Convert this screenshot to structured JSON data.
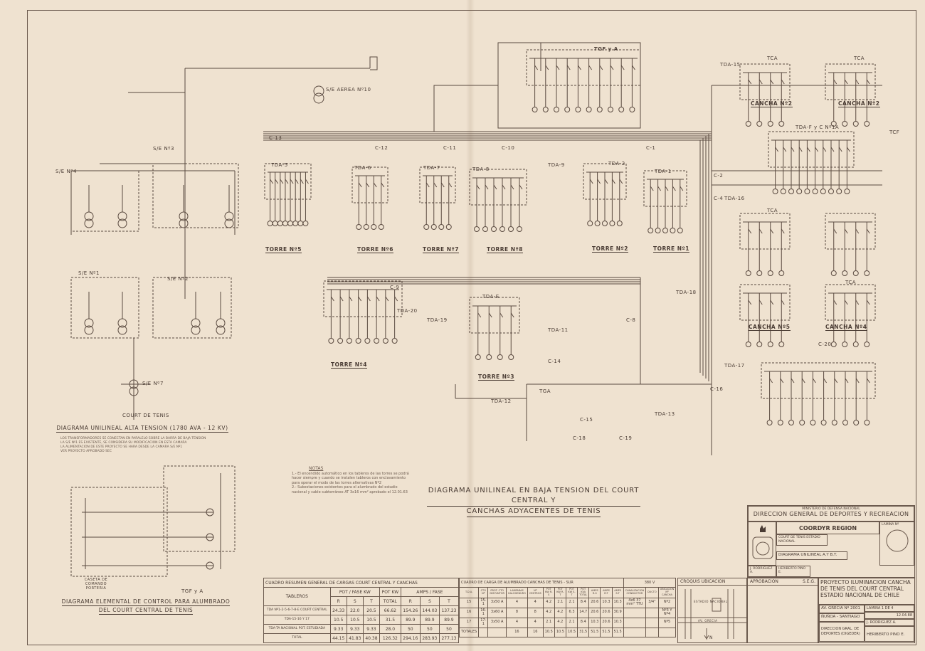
{
  "colors": {
    "paper": "#efe2d0",
    "ink": "#4a3c34"
  },
  "titles": {
    "bt_line1": "DIAGRAMA UNILINEAL EN BAJA TENSION DEL COURT CENTRAL Y",
    "bt_line2": "CANCHAS ADYACENTES DE TENIS",
    "at": "DIAGRAMA UNILINEAL ALTA TENSION  (1780 AVA - 12 KV)",
    "ctrl_line1": "DIAGRAMA ELEMENTAL DE CONTROL PARA ALUMBRADO",
    "ctrl_line2": "DEL COURT CENTRAL DE TENIS"
  },
  "notes": {
    "heading": "NOTAS",
    "items": [
      "1.- El encendido automático en los tableros de las torres se podrá hacer siempre y cuando se instalen tableros con enclavamiento para operar el modo de las torres alternativas Nº2",
      "2.- Subestaciones existentes para el alumbrado del estadio nacional y cable subterráneo AT 3x16 mm² aprobado el 12.01.63"
    ]
  },
  "at_notes": [
    "LOS TRANSFORMADORES SE CONECTAN EN PARALELO SOBRE LA BARRA DE BAJA TENSION",
    "LA S/E Nº1 ES EXISTENTE, SE CONSIDERA SU MODIFICACION EN ESTA CAMARA",
    "LA ALIMENTACION DE ESTE PROYECTO SE HARA DESDE LA CAMARA S/E Nº1",
    "VER PROYECTO APROBADO SEC"
  ],
  "labels": {
    "torres": [
      "TORRE Nº5",
      "TORRE Nº6",
      "TORRE Nº7",
      "TORRE Nº8",
      "TORRE Nº2",
      "TORRE Nº1",
      "TORRE Nº4",
      "TORRE Nº3"
    ],
    "canchas": [
      "CANCHA Nº2",
      "CANCHA Nº2",
      "CANCHA Nº5",
      "CANCHA Nº4"
    ],
    "subestaciones": [
      "S/E Nº4",
      "S/E Nº3",
      "S/E Nº2",
      "S/E Nº1",
      "S/E Nº7",
      "S/E AEREA Nº10"
    ],
    "tableros": [
      "TGF y A",
      "TDA-5",
      "TDA-6",
      "TDA-7",
      "TDA-8",
      "TDA-2",
      "TDA-1",
      "TDA-20",
      "TDA-19",
      "TDA-E",
      "TDA-11",
      "TDA-13",
      "TDA-16",
      "TDA-17",
      "TDA-18",
      "TDA-15",
      "TDA-F y C Nº1A",
      "TCF",
      "TCA",
      "TCA",
      "TCA",
      "TCA",
      "TGA",
      "TDA-12",
      "TDA-9"
    ],
    "cables": [
      "C-13",
      "C-12",
      "C-11",
      "C-10",
      "C-1",
      "C-2",
      "C-4",
      "C-9",
      "C-8",
      "C-16",
      "C-14",
      "C-15",
      "C-20",
      "C-18",
      "C-19"
    ],
    "court": "COURT DE TENIS",
    "caseta": "CASETA DE COMANDO PORTERIA",
    "tgf_ctrl": "TGF y A"
  },
  "summary_table": {
    "title": "CUADRO RESUMEN GENERAL DE CARGAS COURT CENTRAL Y CANCHAS",
    "headers": [
      "TABLEROS",
      "POT / FASE KW",
      "POT KW",
      "AMPS / FASE"
    ],
    "subheaders": [
      "R",
      "S",
      "T",
      "TOTAL",
      "R",
      "S",
      "T"
    ],
    "rows": [
      {
        "name": "TDA Nº1-2-5-6-7-8-E COURT CENTRAL",
        "r": "24.33",
        "s": "22.0",
        "t": "20.5",
        "total": "66.62",
        "ar": "154.26",
        "as": "144.03",
        "at": "137.23"
      },
      {
        "name": "TDA-15-16 Y 17",
        "r": "10.5",
        "s": "10.5",
        "t": "10.5",
        "total": "31.5",
        "ar": "89.9",
        "as": "89.9",
        "at": "89.9"
      },
      {
        "name": "TDA-TA NACIONAL POT. ESTUDIADA",
        "r": "9.33",
        "s": "9.33",
        "t": "9.33",
        "total": "28.0",
        "ar": "50",
        "as": "50",
        "at": "50"
      },
      {
        "name": "TOTAL",
        "r": "44.15",
        "s": "41.83",
        "t": "40.38",
        "total": "126.32",
        "ar": "294.16",
        "as": "283.93",
        "at": "277.13"
      }
    ]
  },
  "lighting_table": {
    "title": "CUADRO DE CARGA DE ALUMBRADO CANCHAS DE TENIS - SUR",
    "voltage": "380 V",
    "headers": [
      "T.D.A.",
      "CTO Nº",
      "PROT. CTO DISYUNTOR",
      "LAMPARAS HALOGENURO",
      "Nº CENTROS",
      "POT KW R-S",
      "POT KW R-T",
      "POT KW S-T",
      "POT KVA TOTAL",
      "AMPS R-S",
      "AMPS R-T",
      "AMPS S-T",
      "CANALIZACION CONDUCTOR",
      "DUCTO",
      "UBICACION Nº CANCHA"
    ],
    "rows": [
      [
        "15",
        "15-1",
        "3x50 A",
        "4",
        "4",
        "4.2",
        "2.1",
        "2.1",
        "8.4",
        "20.6",
        "10.3",
        "10.3",
        "4x6 37 mm² TTU",
        "3/4\"",
        "Nº2"
      ],
      [
        "16",
        "16-1",
        "3x60 A",
        "8",
        "8",
        "4.2",
        "4.2",
        "6.3",
        "14.7",
        "20.6",
        "20.6",
        "30.9",
        "",
        "",
        "Nº3 Y Nº4"
      ],
      [
        "17",
        "17-1",
        "3x50 A",
        "4",
        "4",
        "2.1",
        "4.2",
        "2.1",
        "8.4",
        "10.3",
        "20.6",
        "10.3",
        "",
        "",
        "Nº5"
      ],
      [
        "TOTALES",
        "",
        "",
        "16",
        "16",
        "10.5",
        "10.5",
        "10.5",
        "31.5",
        "51.5",
        "51.5",
        "51.5",
        "",
        "",
        ""
      ]
    ]
  },
  "croquis": {
    "title": "CROQUIS UBICACION",
    "street": "AV. GRECIA",
    "north": "N",
    "place": "ESTADIO NACIONAL"
  },
  "approval": {
    "label": "APROBACION",
    "value": "S.E.G."
  },
  "title_block": {
    "ministry": "MINISTERIO DE DEFENSA NACIONAL",
    "direction": "DIRECCION GENERAL DE DEPORTES Y RECREACION",
    "office": "COORDYR   REGION",
    "lamina_label": "LAMINA Nº",
    "obra": "COURT DE TENIS ESTADIO NACIONAL",
    "plano": "DIAGRAMA UNILINEAL A.Y B.T.",
    "dibujo": "J. RODRIGUEZ A.",
    "proyectista": "HERIBERTO PINO E.",
    "project_title": "PROYECTO ILUMINACION CANCHA DE TENIS DEL COURT CENTRAL ESTADIO NACIONAL DE CHILE",
    "address": "AV. GRECIA Nº 2001",
    "commune": "ÑUÑOA - SANTIAGO",
    "lamina": "LAMINA 1 DE 4",
    "date": "12.04.88",
    "drawn_by": "J. RODRIGUEZ A.",
    "engineer": "HERIBERTO PINO E.",
    "owner": "DIRECCION GRAL. DE DEPORTES (DIGEDER)"
  }
}
